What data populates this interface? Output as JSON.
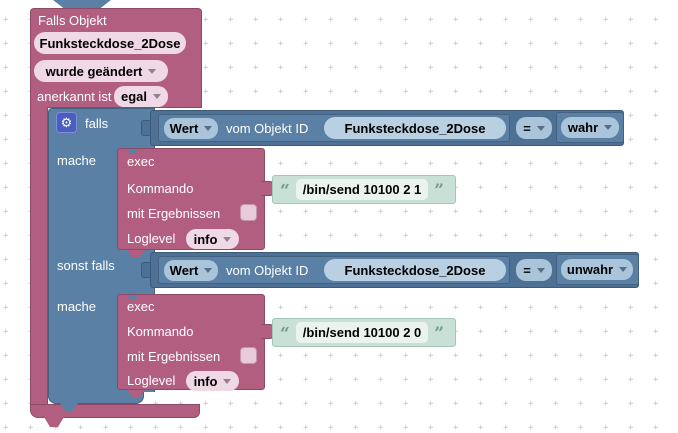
{
  "trigger": {
    "title": "Falls Objekt",
    "object_id": "Funksteckdose_2Dose",
    "event": "wurde geändert",
    "ack_label": "anerkannt ist",
    "ack_value": "egal"
  },
  "logic": {
    "if_label": "falls",
    "do_label": "mache",
    "elseif_label": "sonst falls",
    "do_label_2": "mache",
    "gear_icon": "⚙",
    "conditions": [
      {
        "getter": "Wert",
        "vom_label": "vom Objekt ID",
        "object_id": "Funksteckdose_2Dose",
        "operator": "=",
        "value": "wahr"
      },
      {
        "getter": "Wert",
        "vom_label": "vom Objekt ID",
        "object_id": "Funksteckdose_2Dose",
        "operator": "=",
        "value": "unwahr"
      }
    ]
  },
  "exec_blocks": [
    {
      "title": "exec",
      "command_label": "Kommando",
      "quote_open": "“",
      "quote_close": "”",
      "command": "/bin/send 10100 2 1",
      "with_results_label": "mit Ergebnissen",
      "with_results_checked": false,
      "loglevel_label": "Loglevel",
      "loglevel_value": "info"
    },
    {
      "title": "exec",
      "command_label": "Kommando",
      "quote_open": "“",
      "quote_close": "”",
      "command": "/bin/send 10100 2 0",
      "with_results_label": "mit Ergebnissen",
      "with_results_checked": false,
      "loglevel_label": "Loglevel",
      "loglevel_value": "info"
    }
  ],
  "colors": {
    "trigger_block": "#b25e80",
    "trigger_field_bg": "#f0d9e6",
    "logic_block": "#5b80a5",
    "compare_block": "#4d7094",
    "logic_field_bg": "#aac5da",
    "string_block": "#c9e0d6",
    "string_field_bg": "#eaf3ee",
    "gear_icon_bg": "#4a5dc0",
    "grid_dot": "#c6c6c6"
  }
}
